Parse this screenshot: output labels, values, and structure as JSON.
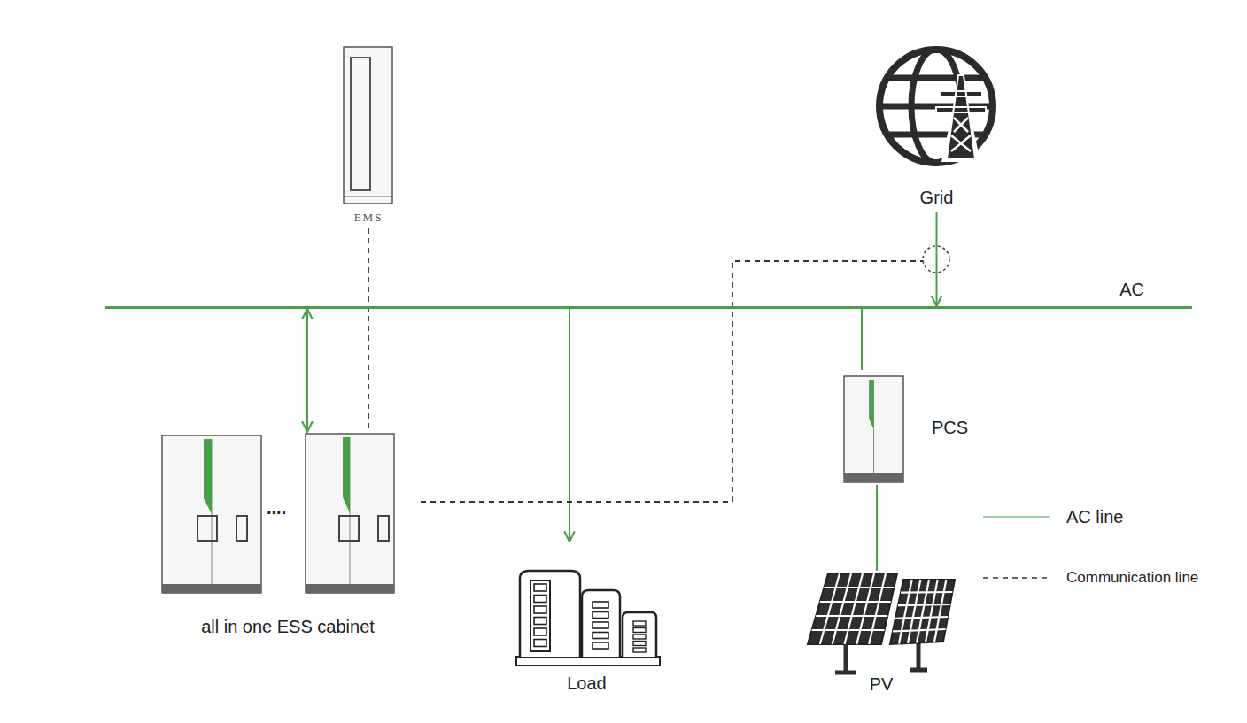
{
  "diagram": {
    "nodes": [
      {
        "text": [
          "EMS"
        ]
      },
      {
        "text": [
          "Grid"
        ]
      },
      {
        "text": [
          "AC"
        ]
      },
      {
        "text": [
          "all in one ESS cabinet"
        ]
      },
      {
        "text": [
          "Load"
        ]
      },
      {
        "text": [
          "PCS"
        ]
      },
      {
        "text": [
          "PV"
        ]
      }
    ],
    "edges": [
      {
        "from": 1,
        "to": 2,
        "arrow": "to"
      },
      {
        "from": 2,
        "to": 3,
        "arrow": "both"
      },
      {
        "from": 2,
        "to": 4,
        "arrow": "to"
      },
      {
        "from": 2,
        "to": 5,
        "arrow": "none"
      },
      {
        "from": 5,
        "to": 6,
        "arrow": "none"
      },
      {
        "from": 0,
        "to": 3,
        "arrow": "none"
      },
      {
        "from": 3,
        "to": 1,
        "arrow": "none"
      }
    ],
    "labels": [
      "...."
    ],
    "legend": [
      {
        "text": "AC line"
      },
      {
        "text": "Communication line"
      }
    ]
  }
}
